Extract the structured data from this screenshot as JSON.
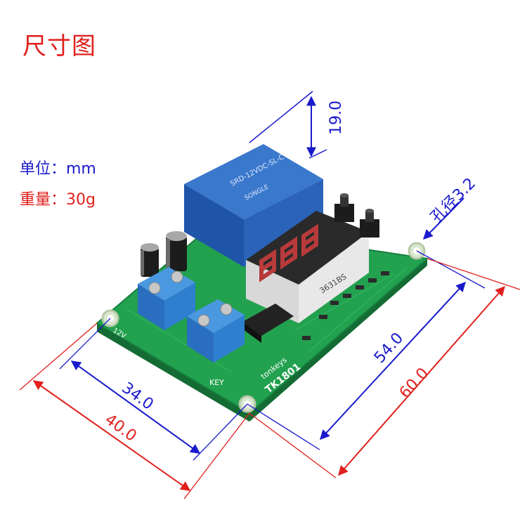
{
  "title": "尺寸图",
  "specs": {
    "unit": "单位：mm",
    "weight": "重量：30g"
  },
  "dimensions": {
    "height": "19.0",
    "hole": "孔径3.2",
    "hole_spacing_short": "34.0",
    "board_short": "40.0",
    "hole_spacing_long": "54.0",
    "board_long": "60.0"
  },
  "board_labels": {
    "model": "TK1801",
    "brand": "tonkeys",
    "key": "KEY",
    "v12": "12V",
    "relay_brand": "SONGLE",
    "relay_model": "SRD-12VDC-SL-C",
    "display_ic": "3631BS"
  },
  "colors": {
    "red": "#e0201c",
    "blue": "#1a1acc",
    "pcb": "#1f9a4a",
    "relay": "#2a63b8",
    "terminal": "#2f7fd0"
  }
}
